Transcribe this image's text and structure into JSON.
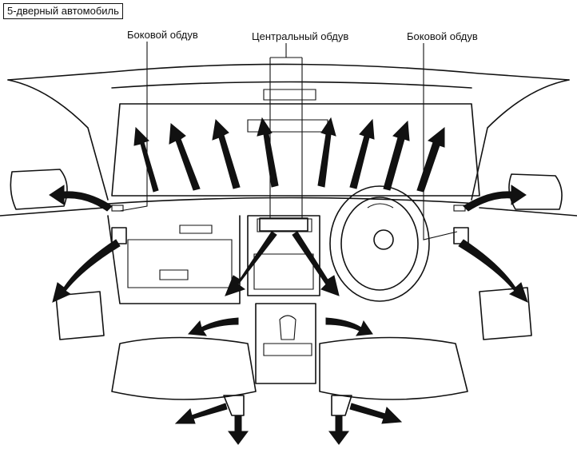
{
  "title": "5-дверный автомобиль",
  "labels": {
    "side_vent_left": "Боковой обдув",
    "center_vent": "Центральный обдув",
    "side_vent_right": "Боковой обдув"
  }
}
